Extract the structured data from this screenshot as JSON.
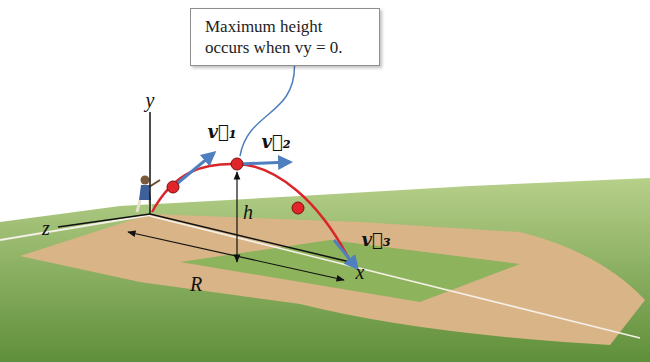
{
  "diagram": {
    "nodes": [
      {
        "text": [
          "Maximum height occurs when vy = 0."
        ]
      }
    ],
    "labels": [
      "y",
      "z",
      "x",
      "R",
      "h",
      "v⃗₁",
      "v⃗₂",
      "v⃗₃"
    ]
  }
}
